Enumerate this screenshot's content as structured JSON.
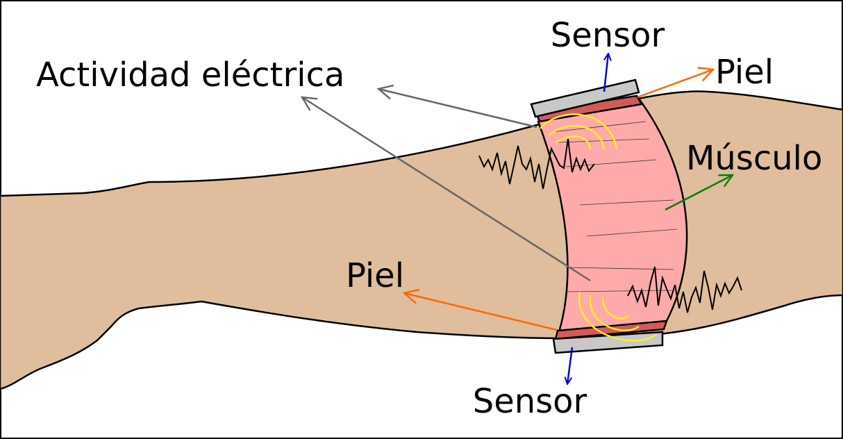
{
  "labels": {
    "sensor_top": "Sensor",
    "sensor_bottom": "Sensor",
    "piel_top": "Piel",
    "piel_bottom": "Piel",
    "actividad": "Actividad eléctrica",
    "musculo": "Músculo"
  },
  "colors": {
    "background": "#ffffff",
    "arm_fill": "#e0bd9c",
    "muscle_fill": "#ffaaaa",
    "skin_band": "#d45a5a",
    "sensor_fill": "#c8c8c8",
    "wave": "#ffee22",
    "arrow_sensor": "#0000dd",
    "arrow_piel": "#ff6600",
    "arrow_musculo": "#008000",
    "arrow_actividad": "#666666",
    "outline": "#000000"
  },
  "icons": {
    "emg_signal_top": "emg-signal-icon",
    "emg_signal_bottom": "emg-signal-icon"
  }
}
